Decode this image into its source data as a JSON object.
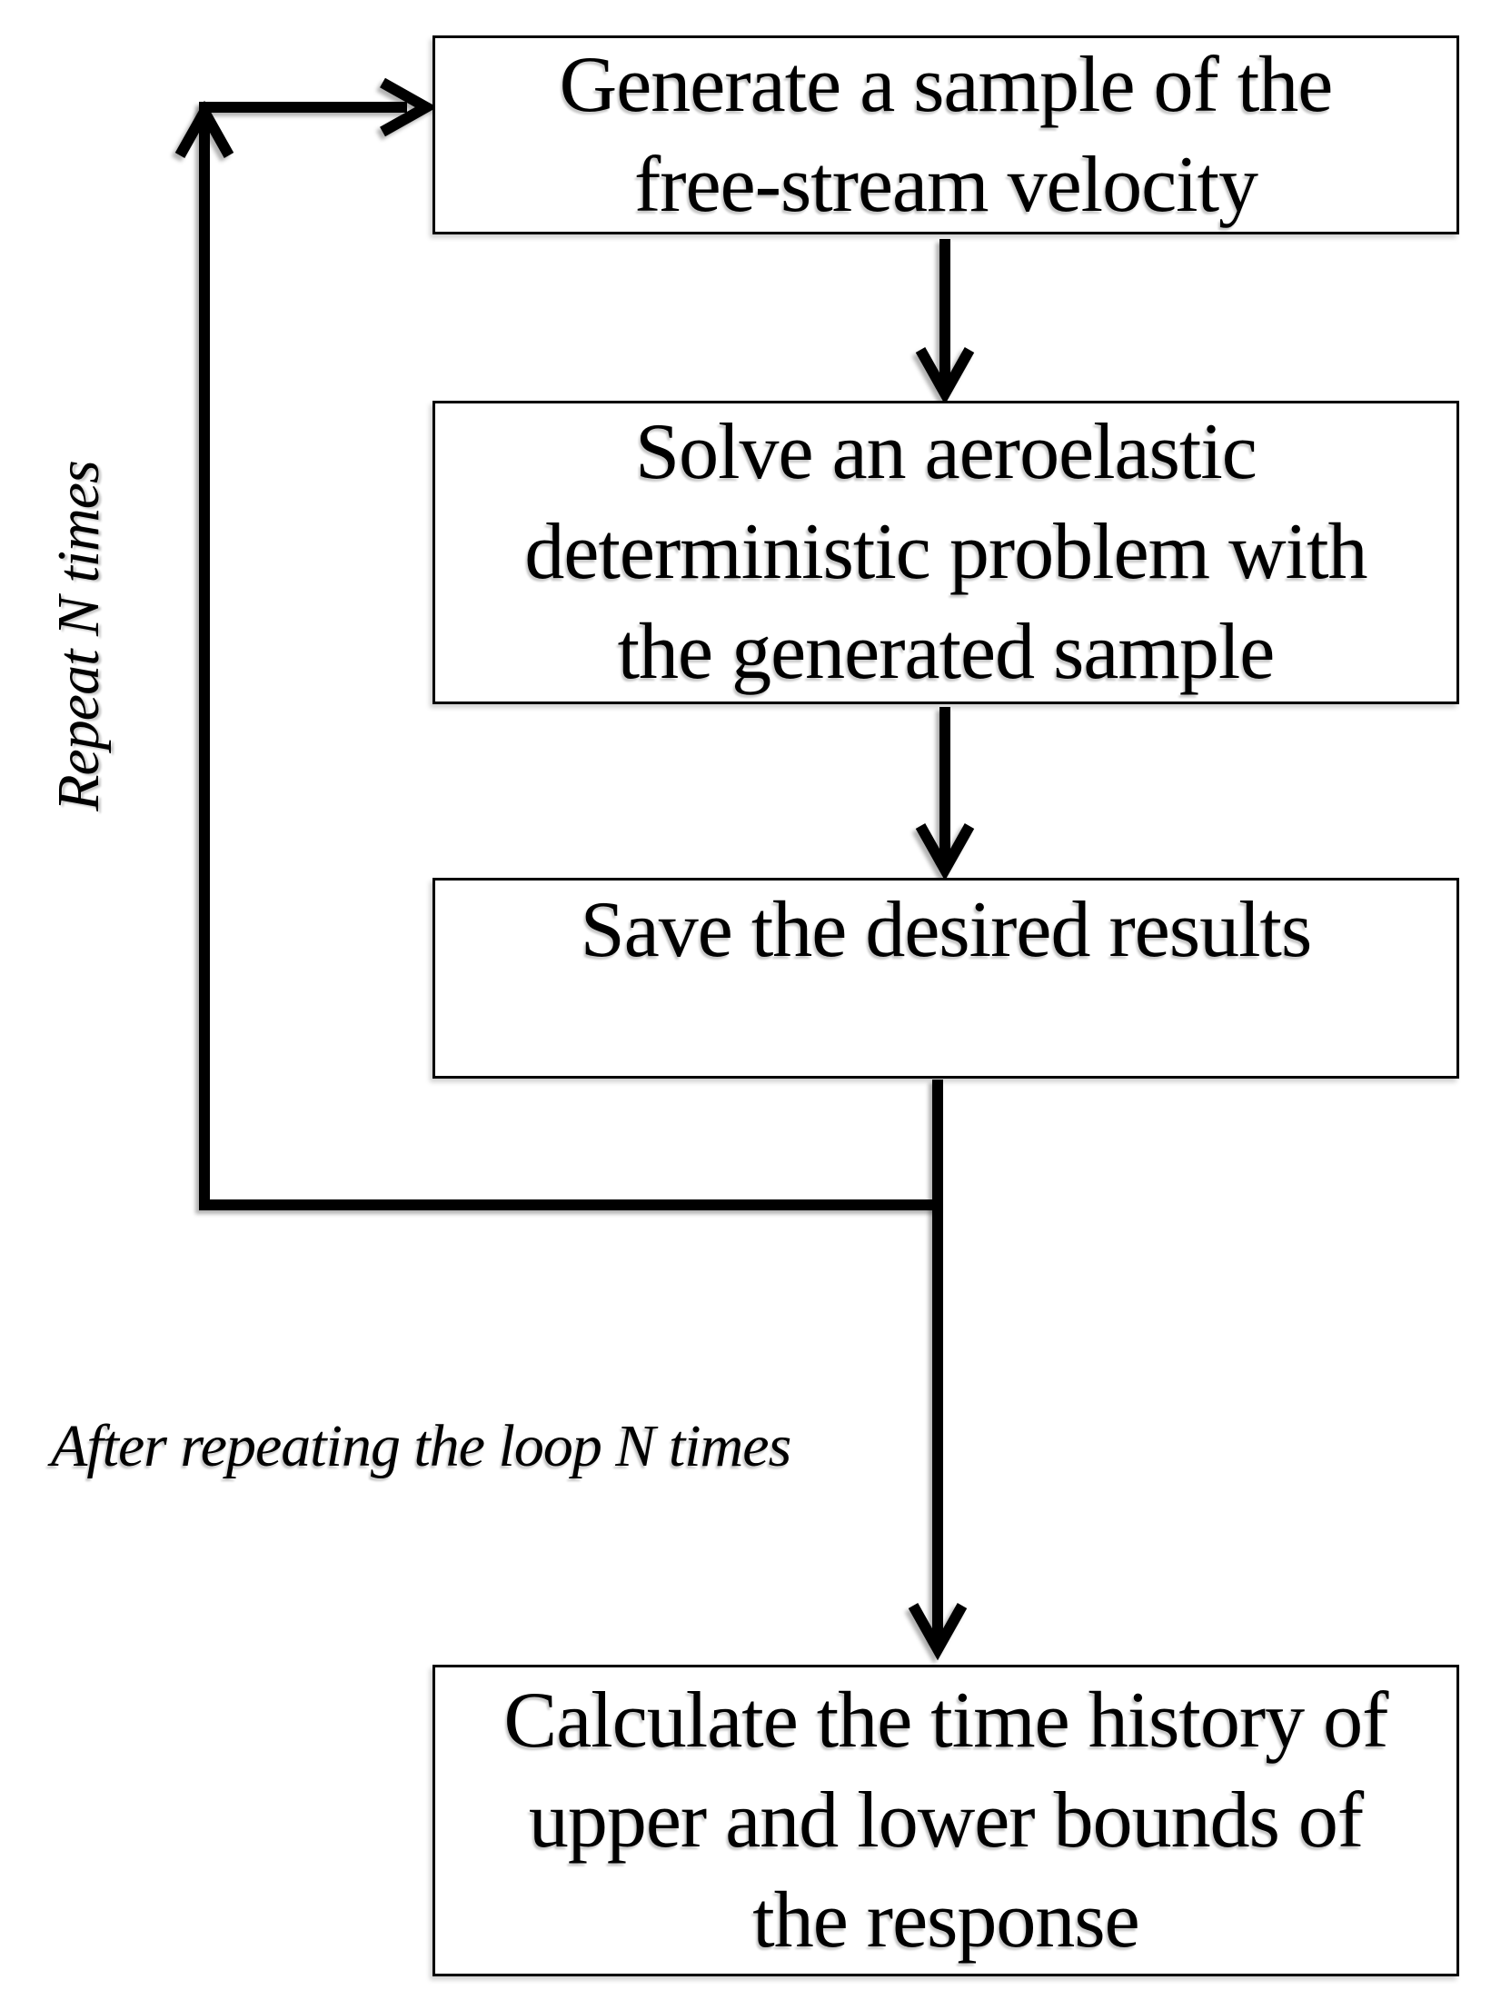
{
  "boxes": [
    {
      "id": "generate",
      "lines": [
        "Generate a sample of the",
        "free-stream velocity"
      ]
    },
    {
      "id": "solve",
      "lines": [
        "Solve an aeroelastic",
        "deterministic problem with",
        "the generated sample"
      ]
    },
    {
      "id": "save",
      "lines": [
        "Save the desired results"
      ]
    },
    {
      "id": "calculate",
      "lines": [
        "Calculate the time history of",
        "upper and lower bounds of",
        "the response"
      ]
    }
  ],
  "labels": {
    "loop": "Repeat N times",
    "after_loop": "After repeating the loop N times"
  },
  "colors": {
    "line": "#000000",
    "background": "#ffffff"
  }
}
